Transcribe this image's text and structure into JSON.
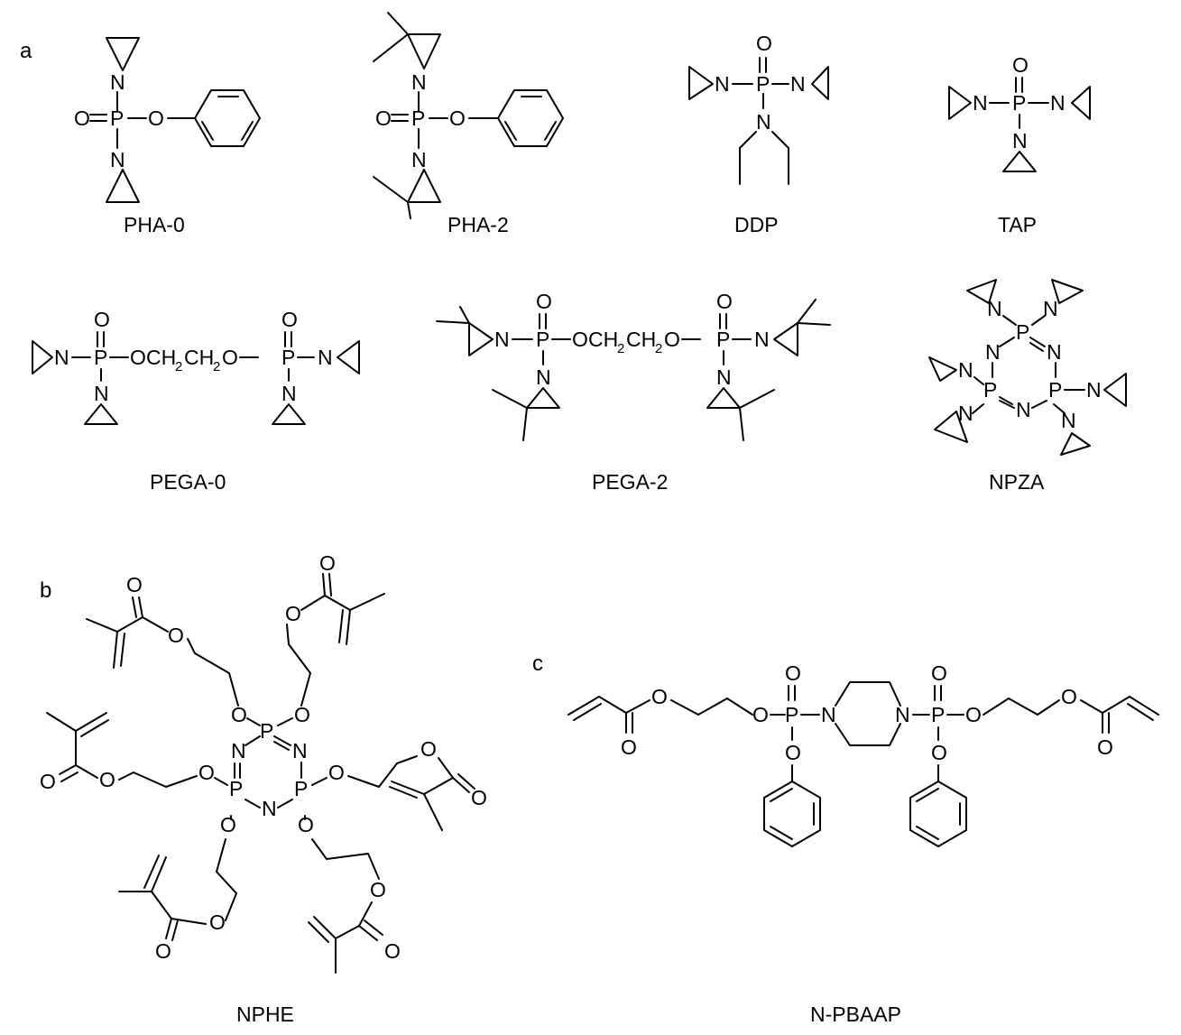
{
  "panels": {
    "a": "a",
    "b": "b",
    "c": "c"
  },
  "compounds": {
    "pha0": "PHA-0",
    "pha2": "PHA-2",
    "ddp": "DDP",
    "tap": "TAP",
    "pega0": "PEGA-0",
    "pega2": "PEGA-2",
    "npza": "NPZA",
    "nphe": "NPHE",
    "npbaap": "N-PBAAP"
  },
  "atoms": {
    "N": "N",
    "P": "P",
    "O": "O",
    "ch2": "CH",
    "h2o": "O",
    "sub2": "2"
  }
}
